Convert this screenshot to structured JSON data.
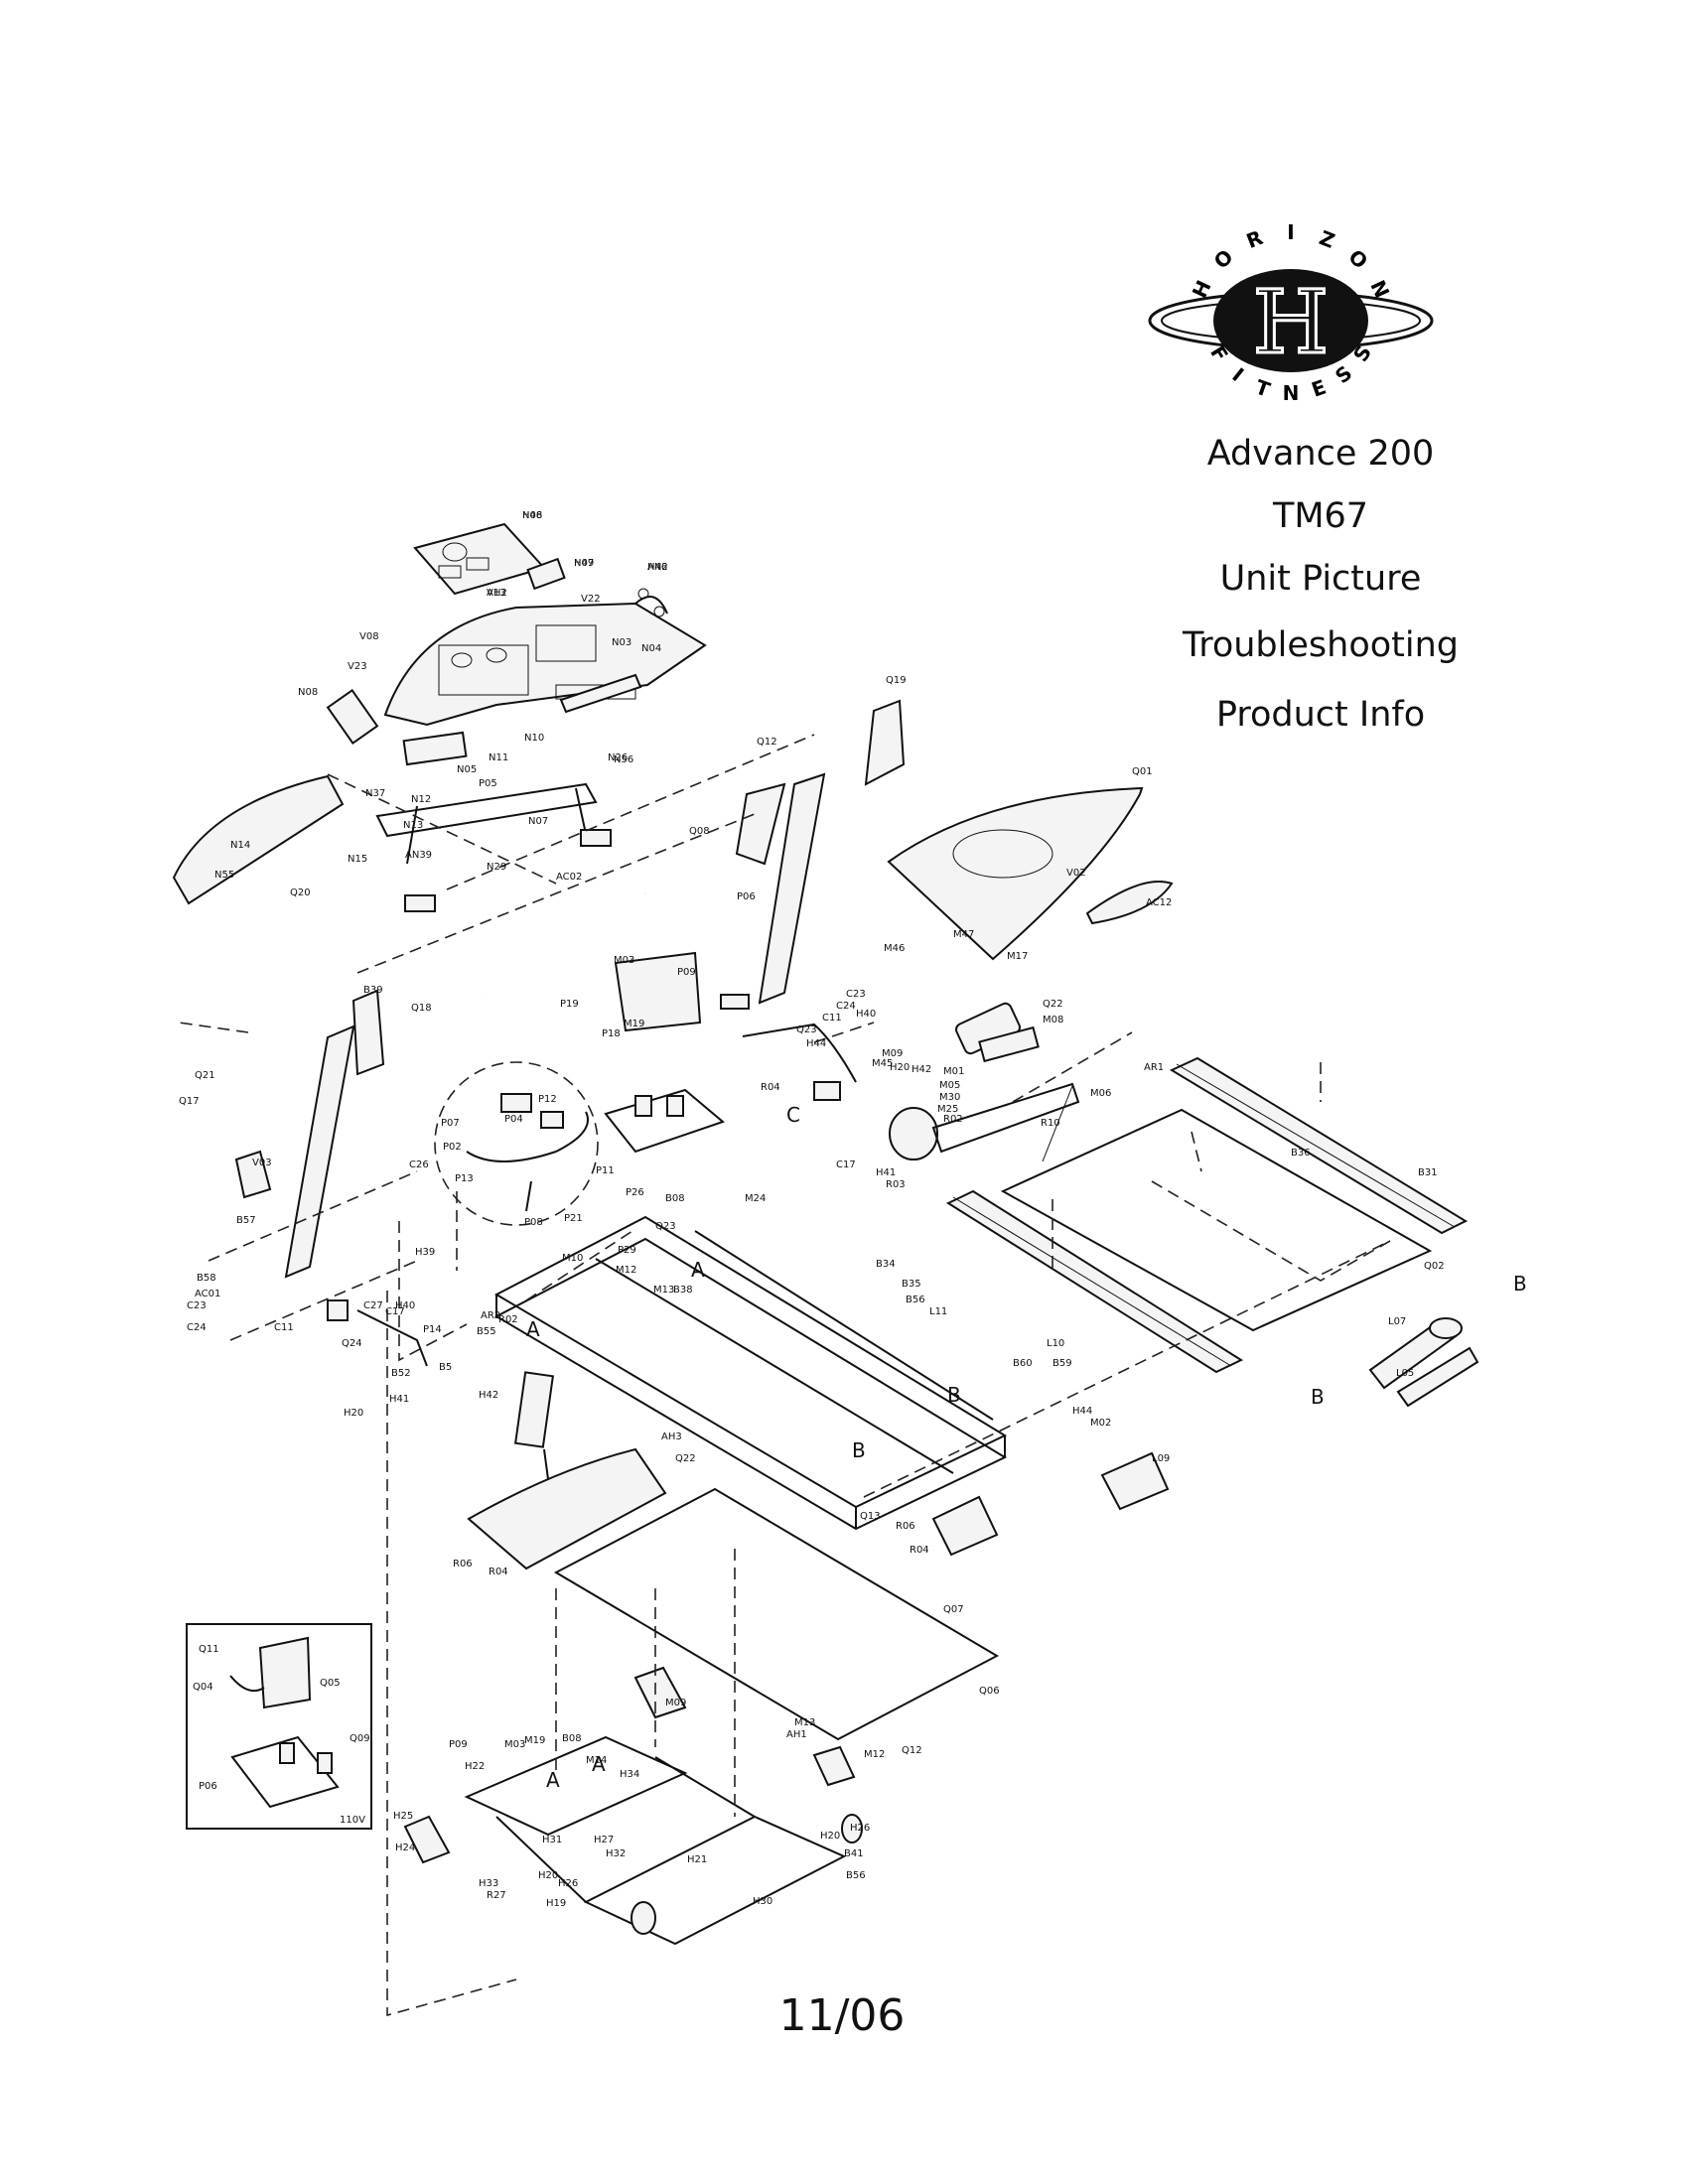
{
  "brand": {
    "top_word": "HORIZON",
    "bottom_word": "FITNESS",
    "monogram": "H"
  },
  "nav": {
    "model": "Advance 200",
    "code": "TM67",
    "unit_picture": "Unit Picture",
    "troubleshooting": "Troubleshooting",
    "product_info": "Product Info"
  },
  "footer": {
    "date": "11/06"
  },
  "diagram": {
    "part_labels": [
      "N06",
      "N09",
      "AN2",
      "V13",
      "V22",
      "V08",
      "V23",
      "N03",
      "N04",
      "N08",
      "N10",
      "N11",
      "N26",
      "N37",
      "N12",
      "N05",
      "P05",
      "N56",
      "N13",
      "AN39",
      "N07",
      "N29",
      "Q08",
      "N15",
      "N14",
      "N55",
      "Q20",
      "Q19",
      "Q12",
      "Q01",
      "V02",
      "AC12",
      "AC02",
      "P06",
      "M03",
      "P09",
      "P19",
      "M19",
      "P18",
      "M47",
      "M46",
      "M17",
      "C23",
      "C24",
      "C11",
      "Q23",
      "H44",
      "H40",
      "Q22",
      "M08",
      "M09",
      "M45",
      "H20",
      "H42",
      "M01",
      "M05",
      "M30",
      "M25",
      "M06",
      "R02",
      "R04",
      "C17",
      "H41",
      "R03",
      "R10",
      "AR1",
      "B36",
      "B31",
      "Q02",
      "B39",
      "Q18",
      "Q21",
      "Q17",
      "V03",
      "C26",
      "P07",
      "P12",
      "P04",
      "P02",
      "P13",
      "P11",
      "P08",
      "P21",
      "P26",
      "B08",
      "M24",
      "B57",
      "B58",
      "AC01",
      "C23",
      "C24",
      "C11",
      "C27",
      "C17",
      "H40",
      "H39",
      "Q23",
      "P29",
      "M12",
      "M10",
      "M13",
      "B38",
      "B34",
      "B35",
      "B56",
      "L11",
      "L10",
      "B59",
      "B60",
      "L07",
      "L05",
      "AR2",
      "R02",
      "B55",
      "P14",
      "B5",
      "B52",
      "H41",
      "Q24",
      "H20",
      "H42",
      "AH3",
      "Q22",
      "H44",
      "M02",
      "L09",
      "Q13",
      "R06",
      "R04",
      "Q07",
      "R06",
      "R04",
      "Q06",
      "Q12",
      "Q11",
      "Q04",
      "Q05",
      "Q09",
      "P06",
      "P09",
      "M03",
      "M19",
      "B08",
      "H22",
      "M14",
      "M09",
      "M13",
      "AH1",
      "M12",
      "H34",
      "H25",
      "H24",
      "H31",
      "H27",
      "H32",
      "H33",
      "R27",
      "H20",
      "H26",
      "H19",
      "H21",
      "H20",
      "H26",
      "B41",
      "B56",
      "H30",
      "H48",
      "H47",
      "H46",
      "AH2"
    ],
    "section_letters": [
      "A",
      "B",
      "C"
    ],
    "inset_voltage": "110V"
  }
}
